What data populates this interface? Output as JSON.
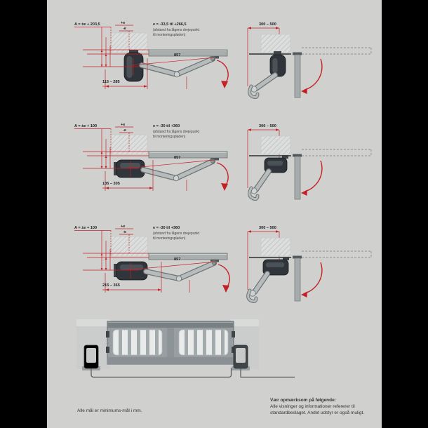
{
  "colors": {
    "frame_bars": "#000000",
    "page_background": "#d0d1cf",
    "dimension_red": "#c42127",
    "drive_dark": "#2f353a",
    "metal_gray": "#a6abab"
  },
  "rows": [
    {
      "formula": "A = ±e + 203,5",
      "offset_plus": "+e",
      "offset_minus": "-e",
      "e_range": "e = -33,5 til +266,5",
      "e_note_line1": "(afstand fra lågens drejepunkt",
      "e_note_line2": "til monteringspladen)",
      "arm_length": "857",
      "mount_range": "115 – 285",
      "post_range": "300 – 500"
    },
    {
      "formula": "A = ±e + 100",
      "offset_plus": "+e",
      "offset_minus": "-e",
      "e_range": "e = -30 til +360",
      "e_note_line1": "(afstand fra lågens drejepunkt",
      "e_note_line2": "til monteringspladen)",
      "arm_length": "857",
      "mount_range": "135 – 305",
      "post_range": "300 – 500"
    },
    {
      "formula": "A = ±e + 100",
      "offset_plus": "+e",
      "offset_minus": "-e",
      "e_range": "e = -30 til +360",
      "e_note_line1": "(afstand fra lågens drejepunkt",
      "e_note_line2": "til monteringspladen)",
      "arm_length": "857",
      "mount_range": "215 – 365",
      "post_range": "300 – 500"
    }
  ],
  "footer": {
    "measurements_note": "Alle mål er minimums-mål i mm.",
    "attention_title": "Vær opmærksom på følgende:",
    "attention_line1": "Alle visninger og informationer refererer til",
    "attention_line2": "standardbeslaget. Andet udstyr er også muligt."
  }
}
